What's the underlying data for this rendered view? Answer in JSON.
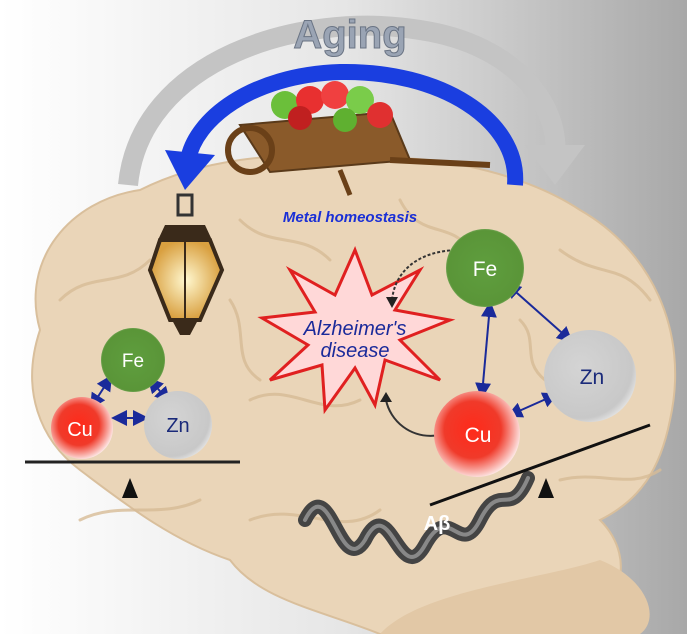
{
  "title": "Aging",
  "homeostasis_label": "Metal homeostasis",
  "disease_label_line1": "Alzheimer's",
  "disease_label_line2": "disease",
  "healthy": {
    "fe": "Fe",
    "cu": "Cu",
    "zn": "Zn"
  },
  "diseased": {
    "fe": "Fe",
    "cu": "Cu",
    "zn": "Zn"
  },
  "amyloid_label": "Aβ",
  "colors": {
    "brain": "#ead5b8",
    "fe": "#5c9a3c",
    "cu": "#e8261c",
    "zn": "#cfcfcf",
    "blue_arrow": "#1a3ee0",
    "gray_arrow": "#c4c4c4",
    "homeostasis_text": "#1a2fd6"
  }
}
